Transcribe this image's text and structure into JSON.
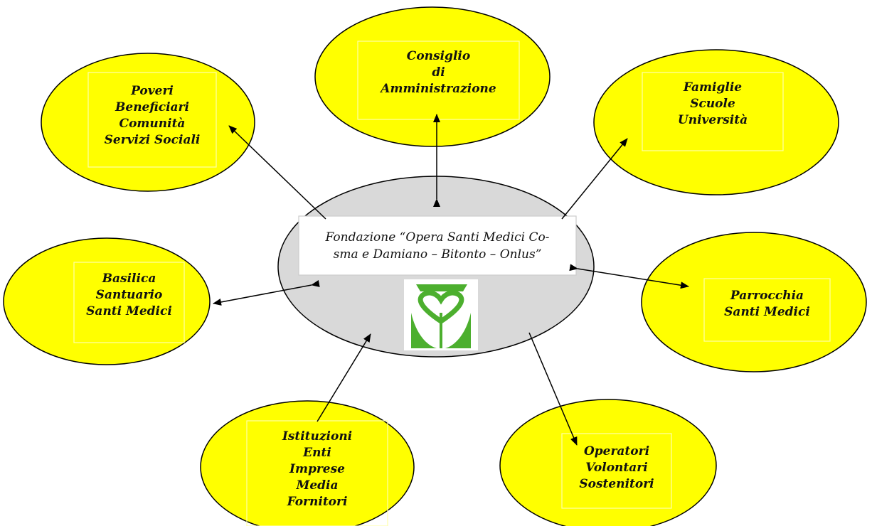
{
  "colors": {
    "satellite_fill": "#FFFF00",
    "center_fill": "#D9D9D9",
    "outline": "#000000",
    "inner_box": "#FFFFAA",
    "logo_green": "#4CAF2E"
  },
  "center": {
    "lines": [
      "Fondazione “Opera Santi Medici Co-",
      "sma e Damiano – Bitonto – Onlus”"
    ],
    "logo_icon": "santi-medici-heart-logo"
  },
  "nodes": {
    "consiglio": {
      "lines": [
        "Consiglio",
        "di",
        "Amministrazione"
      ]
    },
    "poveri": {
      "lines": [
        "Poveri",
        "Beneficiari",
        "Comunità",
        "Servizi Sociali"
      ]
    },
    "famiglie": {
      "lines": [
        "Famiglie",
        "Scuole",
        "Università"
      ]
    },
    "basilica": {
      "lines": [
        "Basilica",
        "Santuario",
        "Santi Medici"
      ]
    },
    "parrocchia": {
      "lines": [
        "Parrocchia",
        "Santi Medici"
      ]
    },
    "istituzioni": {
      "lines": [
        "Istituzioni",
        "Enti",
        "Imprese",
        "Media",
        "Fornitori"
      ]
    },
    "operatori": {
      "lines": [
        "Operatori",
        "Volontari",
        "Sostenitori"
      ]
    }
  }
}
